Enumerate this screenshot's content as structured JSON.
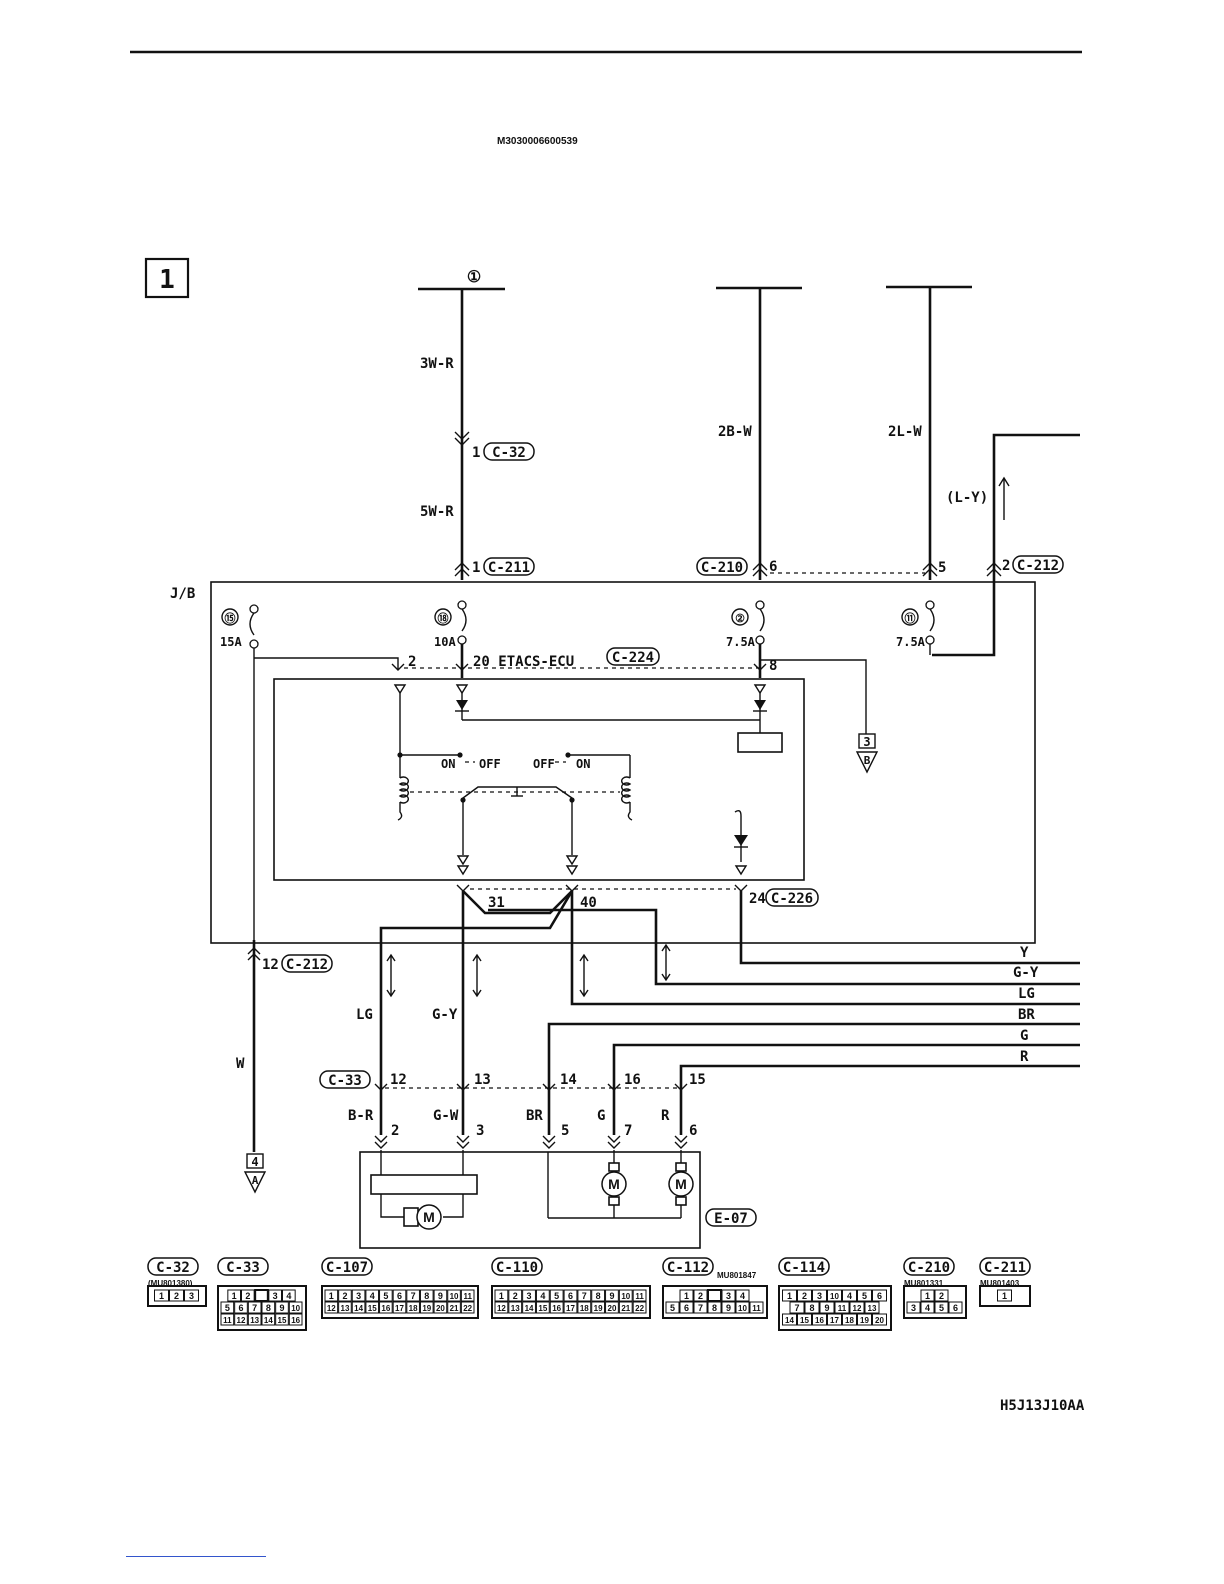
{
  "header": {
    "doc_code": "M3030006600539"
  },
  "diagram": {
    "page_number": "1",
    "figure_code": "H5J13J10AA",
    "top_terminal": "①",
    "wires_top": [
      "3W-R",
      "5W-R",
      "2B-W",
      "2L-W",
      "(L-Y)"
    ],
    "jb_label": "J/B",
    "fuses": [
      {
        "num": "⑮",
        "rating": "15A"
      },
      {
        "num": "⑱",
        "rating": "10A"
      },
      {
        "num": "②",
        "rating": "7.5A"
      },
      {
        "num": "⑪",
        "rating": "7.5A"
      }
    ],
    "ecu_label": "20 ETACS-ECU",
    "switch_labels": [
      "ON",
      "OFF",
      "OFF",
      "ON"
    ],
    "pins": {
      "p1a": "1",
      "p1b": "1",
      "p6": "6",
      "p5": "5",
      "p2": "2",
      "p2b": "2",
      "p8": "8",
      "p31": "31",
      "p40": "40",
      "p24": "24",
      "p12": "12",
      "c33_12": "12",
      "c33_13": "13",
      "c33_14": "14",
      "c33_16": "16",
      "c33_15": "15",
      "e07_2": "2",
      "e07_3": "3",
      "e07_5": "5",
      "e07_7": "7",
      "e07_6": "6"
    },
    "connector_tags": {
      "c32": "C-32",
      "c211": "C-211",
      "c210": "C-210",
      "c212a": "C-212",
      "c224": "C-224",
      "c226": "C-226",
      "c212b": "C-212",
      "c33": "C-33",
      "e07": "E-07"
    },
    "wire_colors": {
      "w": "W",
      "lg": "LG",
      "gy": "G-Y",
      "br_": "B-R",
      "gw": "G-W",
      "br2": "BR",
      "g2": "G",
      "r2": "R"
    },
    "right_bus": [
      "Y",
      "G-Y",
      "LG",
      "BR",
      "G",
      "R"
    ],
    "refs": [
      {
        "num": "3",
        "letter": "B"
      },
      {
        "num": "4",
        "letter": "A"
      }
    ],
    "motor_symbol": "M"
  },
  "connectors": [
    {
      "name": "C-32",
      "part": "(MU801380)",
      "rows": [
        [
          "1",
          "2",
          "3"
        ]
      ]
    },
    {
      "name": "C-33",
      "part": "",
      "rows": [
        [
          "1",
          "2",
          "",
          "3",
          "4"
        ],
        [
          "5",
          "6",
          "7",
          "8",
          "9",
          "10"
        ],
        [
          "11",
          "12",
          "13",
          "14",
          "15",
          "16"
        ]
      ]
    },
    {
      "name": "C-107",
      "part": "",
      "rows": [
        [
          "1",
          "2",
          "3",
          "4",
          "5",
          "6",
          "7",
          "8",
          "9",
          "10",
          "11"
        ],
        [
          "12",
          "13",
          "14",
          "15",
          "16",
          "17",
          "18",
          "19",
          "20",
          "21",
          "22"
        ]
      ]
    },
    {
      "name": "C-110",
      "part": "",
      "rows": [
        [
          "1",
          "2",
          "3",
          "4",
          "5",
          "6",
          "7",
          "8",
          "9",
          "10",
          "11"
        ],
        [
          "12",
          "13",
          "14",
          "15",
          "16",
          "17",
          "18",
          "19",
          "20",
          "21",
          "22"
        ]
      ]
    },
    {
      "name": "C-112",
      "part": "MU801847",
      "rows": [
        [
          "1",
          "2",
          "",
          "3",
          "4"
        ],
        [
          "5",
          "6",
          "7",
          "8",
          "9",
          "10",
          "11"
        ]
      ]
    },
    {
      "name": "C-114",
      "part": "",
      "rows": [
        [
          "1",
          "2",
          "3",
          "10",
          "4",
          "5",
          "6"
        ],
        [
          "7",
          "8",
          "9",
          "11",
          "12",
          "13"
        ],
        [
          "14",
          "15",
          "16",
          "17",
          "18",
          "19",
          "20"
        ]
      ]
    },
    {
      "name": "C-210",
      "part": "MU801331",
      "rows": [
        [
          "1",
          "2"
        ],
        [
          "3",
          "4",
          "5",
          "6"
        ]
      ]
    },
    {
      "name": "C-211",
      "part": "MU801403",
      "rows": [
        [
          "1"
        ]
      ]
    }
  ]
}
